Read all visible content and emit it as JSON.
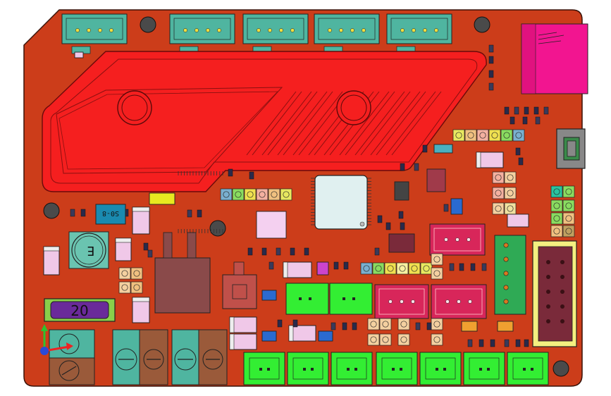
{
  "colors": {
    "background": "#ffffff",
    "board": "#cc3d1a",
    "board_outline": "#3a1208",
    "heatsink": "#f51f1f",
    "connector_green": "#4fb5a0",
    "terminal_bright_green": "#33ee33",
    "header_pink": "#d8265a",
    "sd_card": "#f21590",
    "mcu": "#e0f0f0",
    "usb_gray": "#888888",
    "fuse_purple": "#6a2a9a",
    "fuse_holder": "#8ad04a",
    "capacitor_teal": "#6ac4b0",
    "block_brown": "#9a5a3a",
    "idc_header": "#f4f080",
    "jst_green": "#2faa55",
    "driver_blue": "#2a7ab0",
    "ic_dark": "#7a2a3a"
  },
  "labels": {
    "fuse": "20",
    "capacitor": "E",
    "ic_top_left": "S0-8"
  },
  "icons": [
    "axis-triad-icon",
    "mounting-hole-icon"
  ]
}
